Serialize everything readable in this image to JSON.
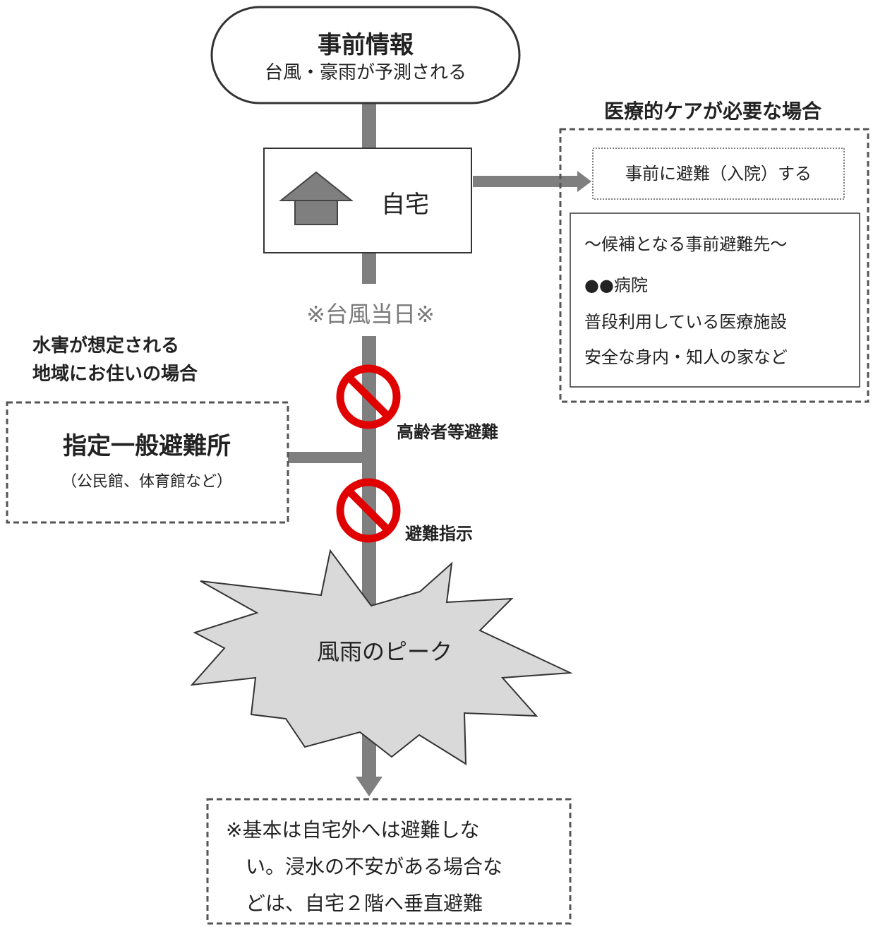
{
  "start": {
    "title": "事前情報",
    "subtitle": "台風・豪雨が予測される"
  },
  "home": {
    "label": "自宅",
    "icon": "house-icon"
  },
  "typhoon_day": "※台風当日※",
  "medical": {
    "heading": "医療的ケアが必要な場合",
    "action": "事前に避難（入院）する",
    "candidates": [
      "〜候補となる事前避難先〜",
      "●●病院",
      "普段利用している医療施設",
      "安全な身内・知人の家など"
    ]
  },
  "flood_area": {
    "line1": "水害が想定される",
    "line2": "地域にお住いの場合"
  },
  "shelter": {
    "title": "指定一般避難所",
    "subtitle": "（公民館、体育館など）"
  },
  "alerts": [
    {
      "label": "高齢者等避難",
      "icon": "no-entry-icon"
    },
    {
      "label": "避難指示",
      "icon": "no-entry-icon"
    }
  ],
  "peak": {
    "label": "風雨のピーク"
  },
  "final_note": {
    "lines": [
      "※基本は自宅外へは避難しな",
      "い。浸水の不安がある場合な",
      "どは、自宅２階へ垂直避難"
    ]
  },
  "colors": {
    "arrow": "#7f7f7f",
    "prohibit": "#e00000",
    "burst_fill": "#d9d9d9",
    "house": "#7f7f7f"
  }
}
